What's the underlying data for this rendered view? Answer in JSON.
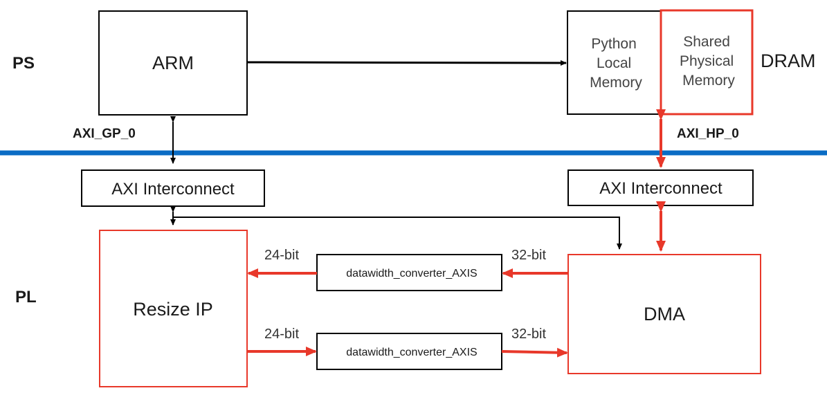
{
  "regions": {
    "ps": "PS",
    "pl": "PL"
  },
  "blocks": {
    "arm": "ARM",
    "dram": "DRAM",
    "python_memory": [
      "Python",
      "Local",
      "Memory"
    ],
    "shared_memory": [
      "Shared",
      "Physical",
      "Memory"
    ],
    "interconnect_left": "AXI Interconnect",
    "interconnect_right": "AXI Interconnect",
    "resize_ip": "Resize IP",
    "dma": "DMA",
    "converter_top": "datawidth_converter_AXIS",
    "converter_bottom": "datawidth_converter_AXIS"
  },
  "buses": {
    "gp": "AXI_GP_0",
    "hp": "AXI_HP_0"
  },
  "widths": {
    "top_left": "24-bit",
    "top_right": "32-bit",
    "bottom_left": "24-bit",
    "bottom_right": "32-bit"
  },
  "colors": {
    "divider": "#0a6cc4",
    "highlight": "#e8382a",
    "line": "#000000"
  }
}
